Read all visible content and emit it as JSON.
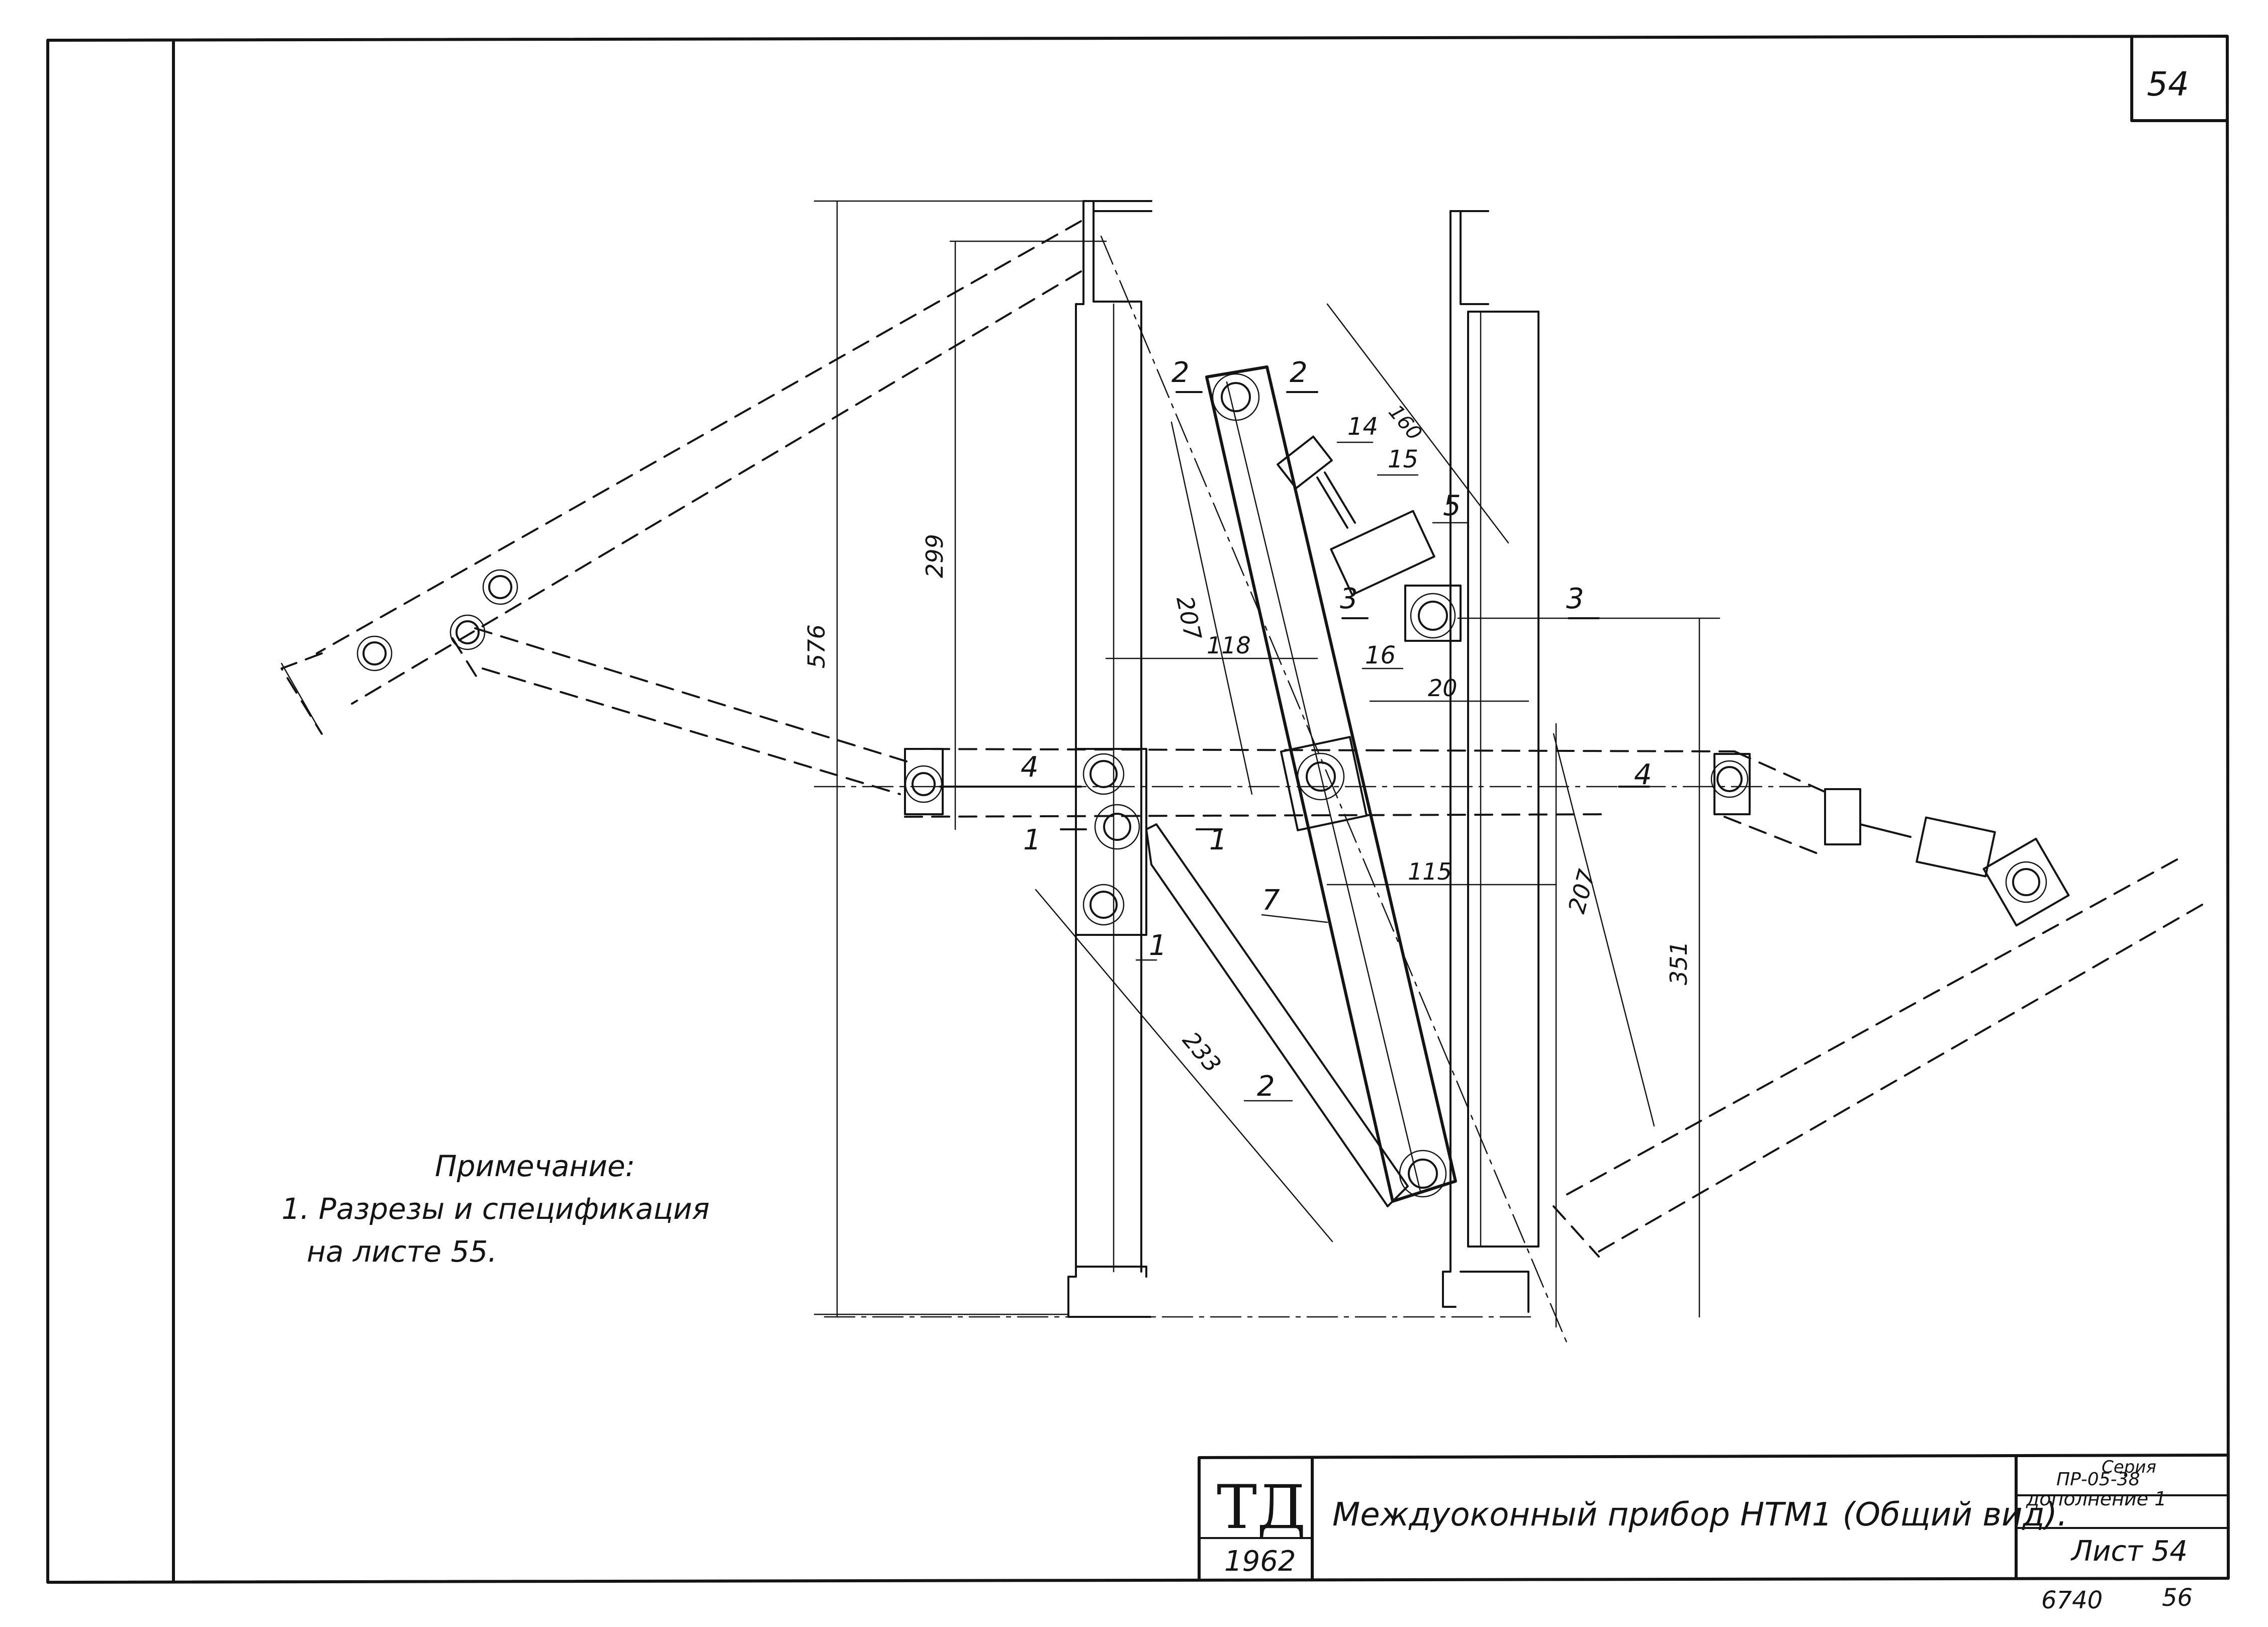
{
  "sheet": {
    "page_number": "54",
    "note_title": "Примечание:",
    "note_line1": "1. Разрезы и спецификация",
    "note_line2": "на листе 55."
  },
  "dimensions": {
    "d576": "576",
    "d299": "299",
    "d207_upper": "207",
    "d118": "118",
    "d160": "160",
    "d20": "20",
    "d115": "115",
    "d207_lower": "207",
    "d351": "351",
    "d233": "233"
  },
  "callouts": {
    "c1": "1",
    "c2": "2",
    "c5": "5",
    "c7": "7",
    "c14": "14",
    "c15": "15",
    "c16": "16"
  },
  "section_marks": {
    "s1": "1",
    "s2": "2",
    "s3": "3",
    "s4": "4"
  },
  "title_block": {
    "logo": "ТД",
    "year": "1962",
    "title": "Междуоконный прибор НТМ1 (Общий вид).",
    "series_label": "Серия",
    "series_number": "ПР-05-38",
    "series_sub": "дополнение 1",
    "sheet_label": "Лист 54",
    "doc_number": "6740",
    "doc_sheet": "56"
  }
}
